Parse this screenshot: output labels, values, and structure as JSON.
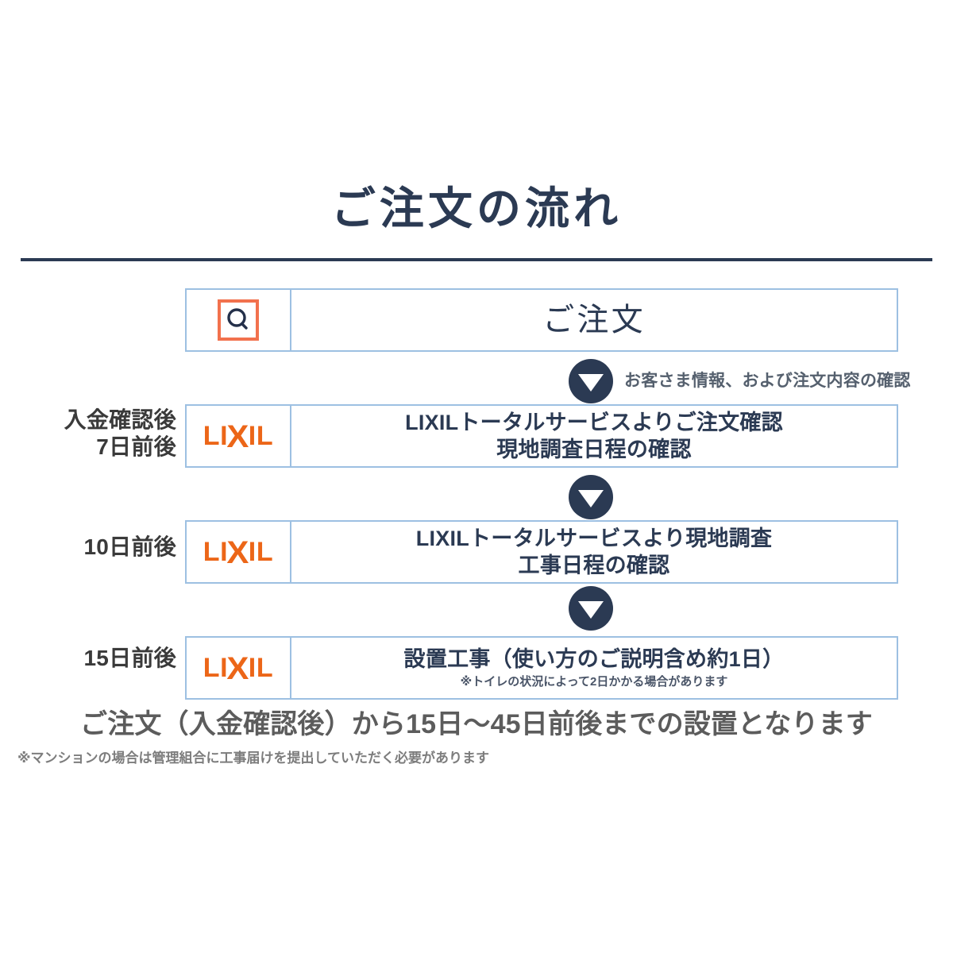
{
  "page": {
    "title": "ご注文の流れ",
    "background_color": "#ffffff",
    "navy_color": "#2b3a53",
    "box_border_color": "#9dc0e2",
    "accent_orange": "#f2714d",
    "brand_orange": "#ec6618"
  },
  "steps": [
    {
      "time_label": "",
      "icon": "search-icon",
      "icon_alt": "Q",
      "main_text": "ご注文",
      "sub_text": "",
      "note": ""
    },
    {
      "time_label_line1": "入金確認後",
      "time_label_line2": "7日前後",
      "icon": "lixil-logo",
      "icon_alt": "LIXIL",
      "main_text": "LIXILトータルサービスよりご注文確認",
      "sub_text": "現地調査日程の確認",
      "note": ""
    },
    {
      "time_label_line1": "10日前後",
      "time_label_line2": "",
      "icon": "lixil-logo",
      "icon_alt": "LIXIL",
      "main_text": "LIXILトータルサービスより現地調査",
      "sub_text": "工事日程の確認",
      "note": ""
    },
    {
      "time_label_line1": "15日前後",
      "time_label_line2": "",
      "icon": "lixil-logo",
      "icon_alt": "LIXIL",
      "main_text": "設置工事（使い方のご説明含め約1日）",
      "sub_text": "",
      "note": "※トイレの状況によって2日かかる場合があります"
    }
  ],
  "arrows": [
    {
      "caption": "お客さま情報、および注文内容の確認"
    },
    {
      "caption": ""
    },
    {
      "caption": ""
    }
  ],
  "footer": {
    "summary": "ご注文（入金確認後）から15日〜45日前後までの設置となります",
    "footnote": "※マンションの場合は管理組合に工事届けを提出していただく必要があります"
  },
  "lixil_logo": {
    "part1": "LI",
    "part_x": "X",
    "part2": "IL"
  }
}
